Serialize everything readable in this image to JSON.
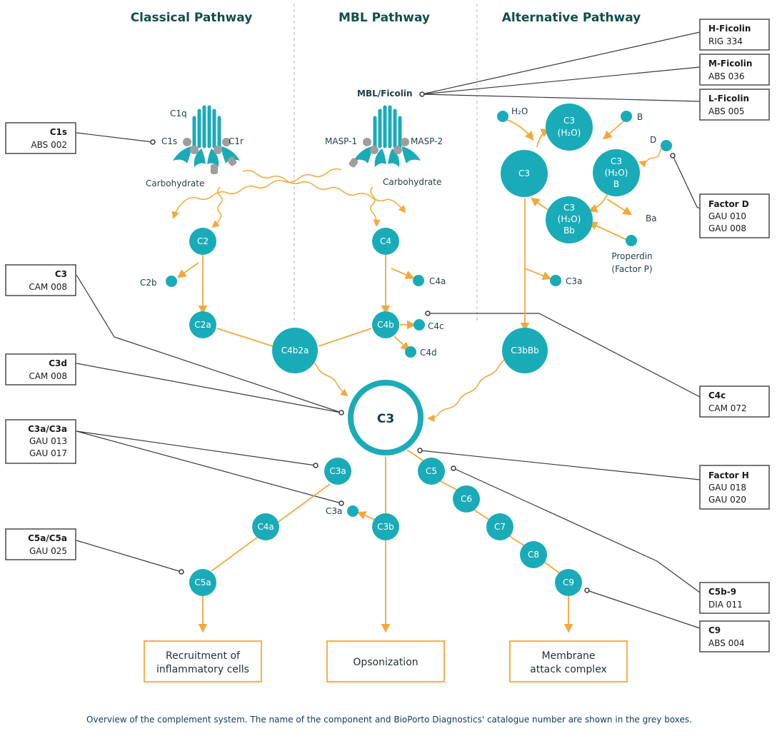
{
  "titles": {
    "classical": "Classical Pathway",
    "mbl": "MBL Pathway",
    "alternative": "Alternative Pathway"
  },
  "nodes": {
    "c2": "C2",
    "c4": "C4",
    "c2a": "C2a",
    "c4b": "C4b",
    "c4b2a": "C4b2a",
    "c3_left": "C3",
    "c3_center": "C3",
    "c3h2o_top": "C3",
    "c3h2o_top_sub": "(H₂O)",
    "c3h2ob": "C3",
    "c3h2ob_sub1": "(H₂O)",
    "c3h2ob_sub2": "B",
    "c3h2obb": "C3",
    "c3h2obb_sub1": "(H₂O)",
    "c3h2obb_sub2": "Bb",
    "c3bbb": "C3bBb",
    "c3a_node": "C3a",
    "c5": "C5",
    "c6": "C6",
    "c7": "C7",
    "c8": "C8",
    "c9": "C9",
    "c4a_node": "C4a",
    "c3b": "C3b",
    "c5a": "C5a"
  },
  "labels": {
    "c1q": "C1q",
    "c1s": "C1s",
    "c1r": "C1r",
    "carbohydrate_left": "Carbohydrate",
    "masp1": "MASP-1",
    "masp2": "MASP-2",
    "carbohydrate_right": "Carbohydrate",
    "mbl_ficolin": "MBL/Ficolin",
    "h2o": "H₂O",
    "b": "B",
    "d": "D",
    "ba": "Ba",
    "properdin_1": "Properdin",
    "properdin_2": "(Factor P)",
    "c2b": "C2b",
    "c4a": "C4a",
    "c3a_alt": "C3a",
    "c4c": "C4c",
    "c4d": "C4d",
    "c3a_small": "C3a"
  },
  "boxes": [
    {
      "key": "c1s",
      "title": "C1s",
      "lines": [
        "ABS 002"
      ]
    },
    {
      "key": "c3",
      "title": "C3",
      "lines": [
        "CAM 008"
      ]
    },
    {
      "key": "c3d",
      "title": "C3d",
      "lines": [
        "CAM 008"
      ]
    },
    {
      "key": "c3a",
      "title": "C3a/C3a",
      "lines": [
        "GAU 013",
        "GAU 017"
      ]
    },
    {
      "key": "c5a",
      "title": "C5a/C5a",
      "lines": [
        "GAU 025"
      ]
    },
    {
      "key": "hficolin",
      "title": "H-Ficolin",
      "lines": [
        "RIG 334"
      ]
    },
    {
      "key": "mficolin",
      "title": "M-Ficolin",
      "lines": [
        "ABS 036"
      ]
    },
    {
      "key": "lficolin",
      "title": "L-Ficolin",
      "lines": [
        "ABS 005"
      ]
    },
    {
      "key": "factord",
      "title": "Factor D",
      "lines": [
        "GAU 010",
        "GAU 008"
      ]
    },
    {
      "key": "c4c",
      "title": "C4c",
      "lines": [
        "CAM 072"
      ]
    },
    {
      "key": "factorh",
      "title": "Factor H",
      "lines": [
        "GAU 018",
        "GAU 020"
      ]
    },
    {
      "key": "c5b9",
      "title": "C5b-9",
      "lines": [
        "DIA 011"
      ]
    },
    {
      "key": "c9",
      "title": "C9",
      "lines": [
        "ABS 004"
      ]
    }
  ],
  "outcomes": {
    "recruitment_1": "Recruitment of",
    "recruitment_2": "inflammatory cells",
    "opsonization": "Opsonization",
    "mac_1": "Membrane",
    "mac_2": "attack complex"
  },
  "caption": "Overview of the complement system. The name of the component and BioPorto Diagnostics' catalogue number are shown in the grey boxes.",
  "colors": {
    "teal": "#1aabb8",
    "orange": "#f5a83a",
    "dark_line": "#3a3a3a",
    "title_green": "#0f4f4a",
    "box_border": "#4a4a4a"
  }
}
